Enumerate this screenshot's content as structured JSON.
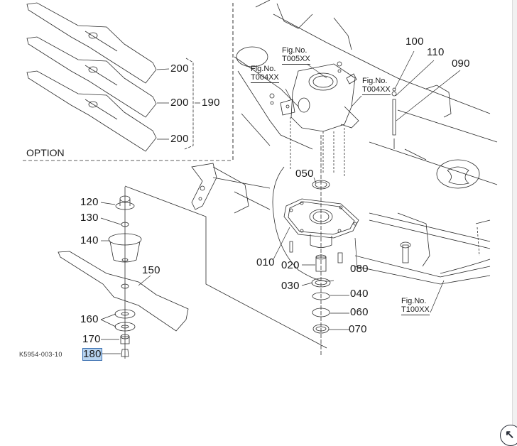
{
  "diagram": {
    "option_group": {
      "title": "OPTION",
      "blade_labels": [
        "200",
        "200",
        "200"
      ],
      "set_label": "190"
    },
    "blade_assembly_labels": {
      "p120": "120",
      "p130": "130",
      "p140": "140",
      "p150": "150",
      "p160": "160",
      "p170": "170",
      "p180": "180"
    },
    "gearbox_labels": {
      "p010": "010",
      "p020": "020",
      "p030": "030",
      "p040": "040",
      "p050": "050",
      "p060": "060",
      "p070": "070",
      "p080": "080",
      "p090": "090",
      "p100": "100",
      "p110": "110"
    },
    "figure_refs": [
      {
        "prefix": "Fig.No.",
        "code": "T005XX"
      },
      {
        "prefix": "Fig.No.",
        "code": "T004XX"
      },
      {
        "prefix": "Fig.No.",
        "code": "T004XX"
      },
      {
        "prefix": "Fig.No.",
        "code": "T100XX"
      }
    ],
    "drawing_id": "K5954-003-10",
    "selected_label": "180"
  },
  "controls": {
    "expand_icon": "↖"
  }
}
